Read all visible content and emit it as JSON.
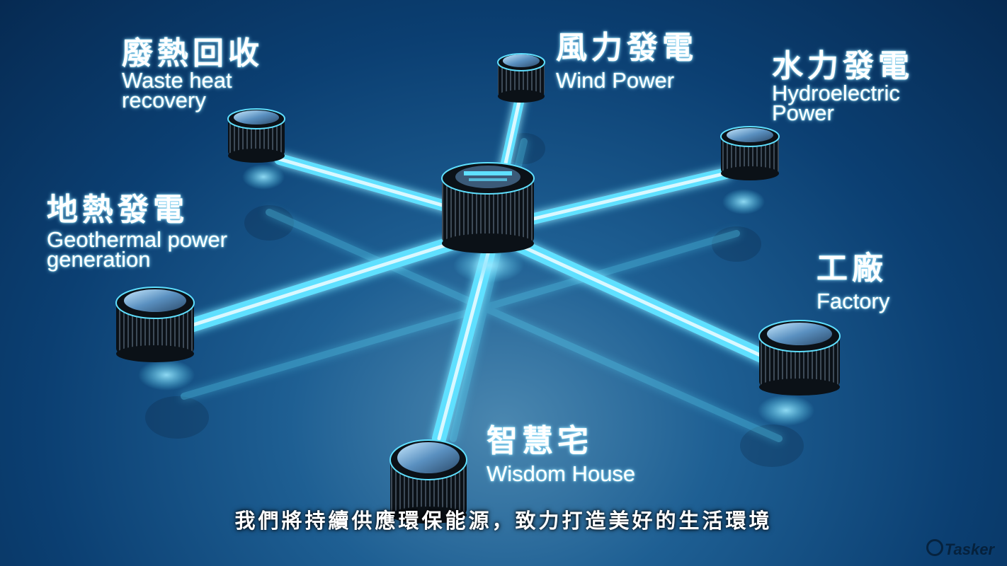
{
  "nodes": {
    "waste_heat": {
      "zh": "廢熱回收",
      "en1": "Waste heat",
      "en2": "recovery"
    },
    "wind": {
      "zh": "風力發電",
      "en1": "Wind Power"
    },
    "hydro": {
      "zh": "水力發電",
      "en1": "Hydroelectric",
      "en2": "Power"
    },
    "geothermal": {
      "zh": "地熱發電",
      "en1": "Geothermal power",
      "en2": "generation"
    },
    "factory": {
      "zh": "工廠",
      "en1": "Factory"
    },
    "wisdom_house": {
      "zh": "智慧宅",
      "en1": "Wisdom House"
    }
  },
  "subtitle": "我們將持續供應環保能源，致力打造美好的生活環境",
  "watermark": "Tasker",
  "colors": {
    "beam": "#5fe0ff",
    "beam_core": "#e8fbff",
    "node_body": "#10151c",
    "background": "#0b3f72"
  }
}
